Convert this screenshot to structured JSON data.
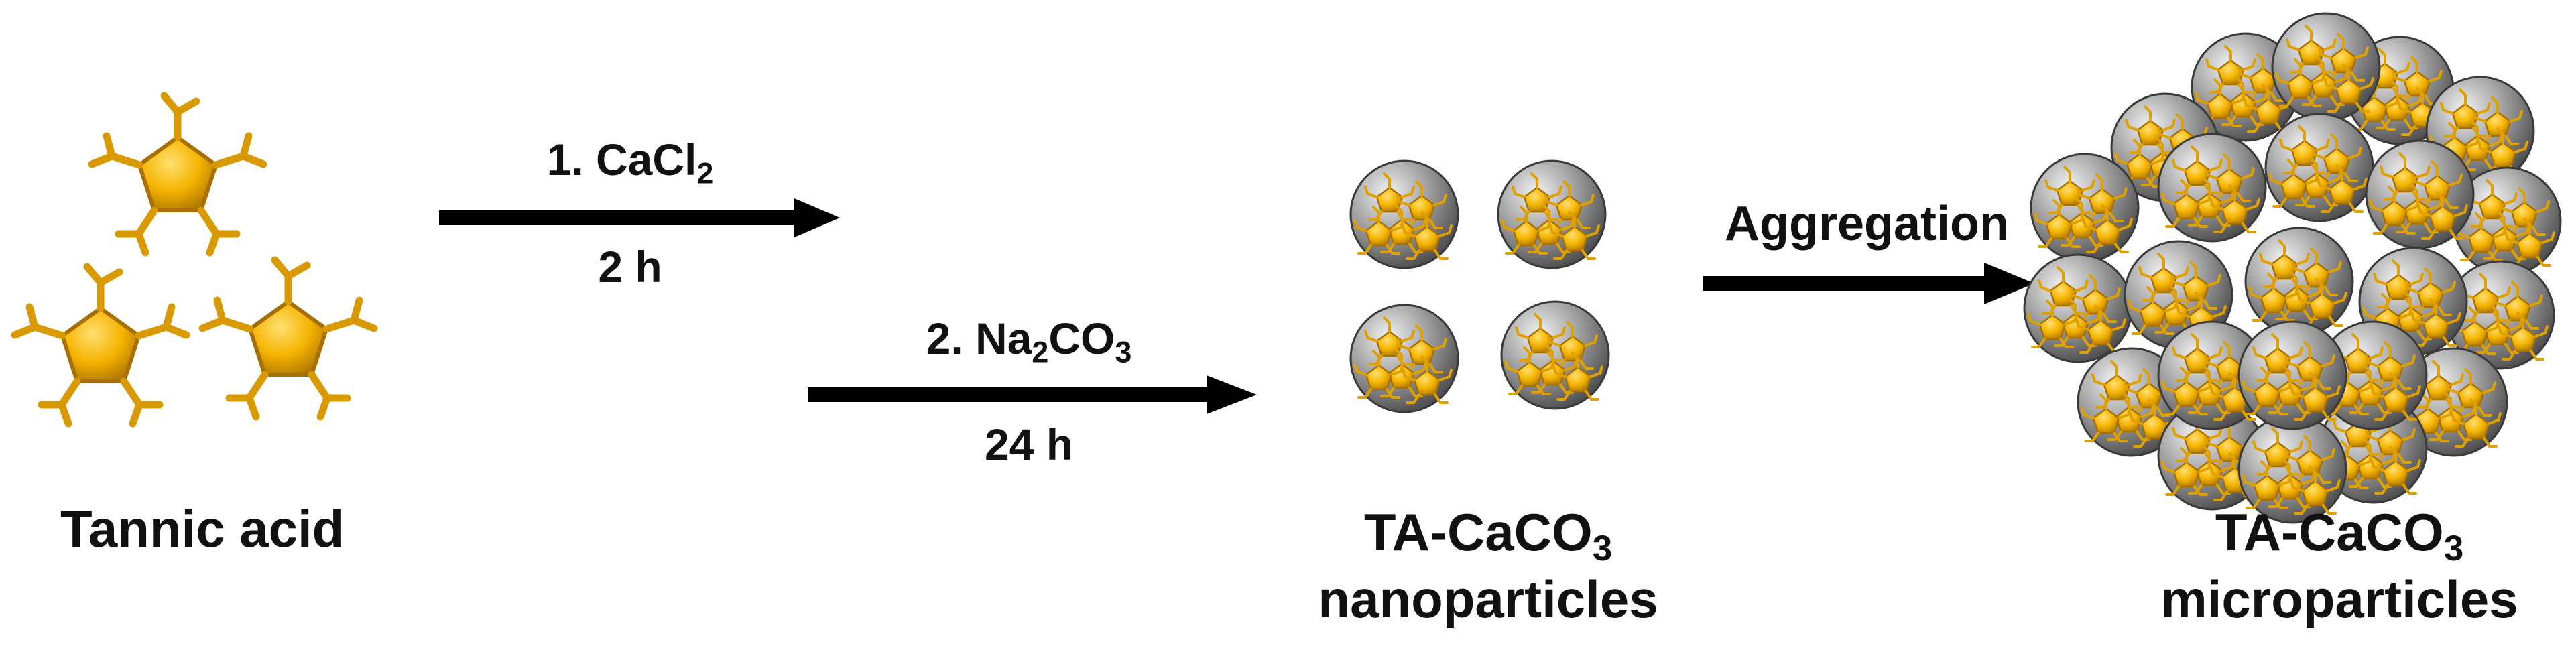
{
  "labels": {
    "tannic_acid": "Tannic acid",
    "step1_reagent_prefix": "1. CaCl",
    "step1_reagent_sub": "2",
    "step1_time": "2 h",
    "step2_reagent_prefix": "2. Na",
    "step2_reagent_sub1": "2",
    "step2_reagent_mid": "CO",
    "step2_reagent_sub2": "3",
    "step2_time": "24 h",
    "nano_line1_prefix": "TA-CaCO",
    "nano_line1_sub": "3",
    "nano_line2": "nanoparticles",
    "aggregation": "Aggregation",
    "micro_line1_prefix": "TA-CaCO",
    "micro_line1_sub": "3",
    "micro_line2": "microparticles"
  },
  "colors": {
    "tannic_gold": "#f5b400",
    "tannic_gold_dark": "#b07800",
    "sphere_gray": "#9a9a9a",
    "sphere_gray_dark": "#555555",
    "arrow": "#000000"
  }
}
